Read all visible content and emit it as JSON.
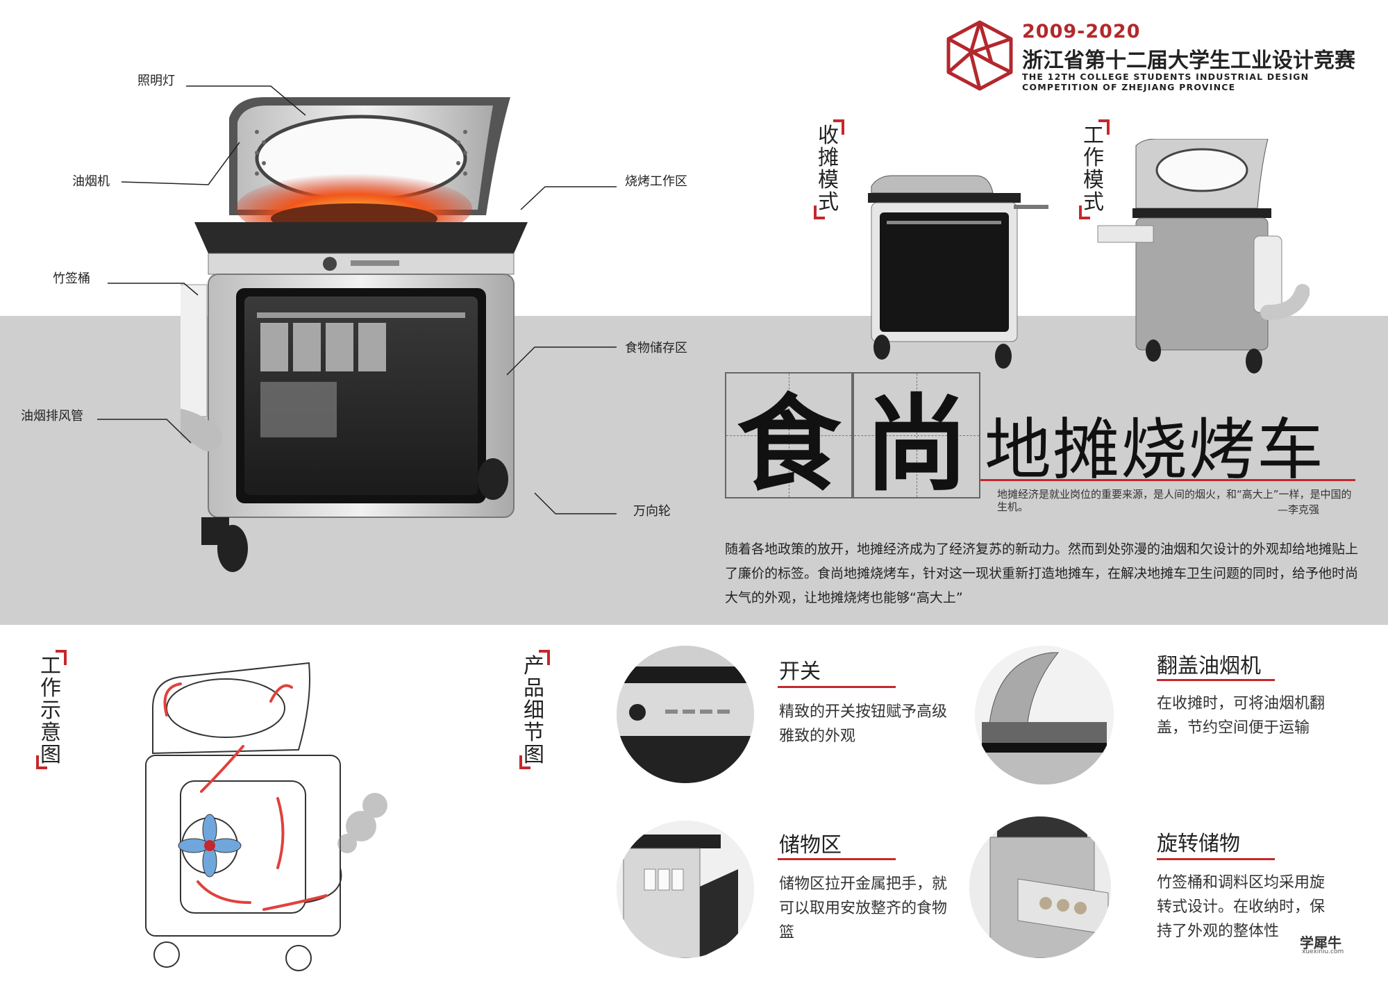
{
  "competition": {
    "years": "2009-2020",
    "name_cn": "浙江省第十二届大学生工业设计竞赛",
    "name_en_line1": "THE 12TH COLLEGE STUDENTS INDUSTRIAL DESIGN",
    "name_en_line2": "COMPETITION OF ZHEJIANG PROVINCE"
  },
  "callouts": {
    "lighting": "照明灯",
    "hood": "油烟机",
    "grill_area": "烧烤工作区",
    "skewer_bucket": "竹签桶",
    "food_storage": "食物储存区",
    "exhaust_pipe": "油烟排风管",
    "caster": "万向轮"
  },
  "modes": {
    "folded": "收摊模式",
    "working": "工作模式"
  },
  "title": {
    "char1": "食",
    "char2": "尚",
    "main": "地摊烧烤车",
    "quote": "地摊经济是就业岗位的重要来源，是人间的烟火，和“高大上”一样，是中国的生机。",
    "quote_author": "—李克强"
  },
  "description": "随着各地政策的放开，地摊经济成为了经济复苏的新动力。然而到处弥漫的油烟和欠设计的外观却给地摊贴上了廉价的标签。食尚地摊烧烤车，针对这一现状重新打造地摊车，在解决地摊车卫生问题的同时，给予他时尚大气的外观，让地摊烧烤也能够“高大上”",
  "sections": {
    "diagram": "工作示意图",
    "details": "产品细节图"
  },
  "features": [
    {
      "title": "开关",
      "text": "精致的开关按钮赋予高级雅致的外观"
    },
    {
      "title": "翻盖油烟机",
      "text": "在收摊时，可将油烟机翻盖，节约空间便于运输"
    },
    {
      "title": "储物区",
      "text": "储物区拉开金属把手，就可以取用安放整齐的食物篮"
    },
    {
      "title": "旋转储物",
      "text": "竹签桶和调料区均采用旋转式设计。在收纳时，保持了外观的整体性"
    }
  ],
  "watermark": {
    "name": "学犀牛",
    "site": "xuexiniu.com"
  },
  "colors": {
    "accent": "#c6272b",
    "band": "#cfcfcf"
  }
}
